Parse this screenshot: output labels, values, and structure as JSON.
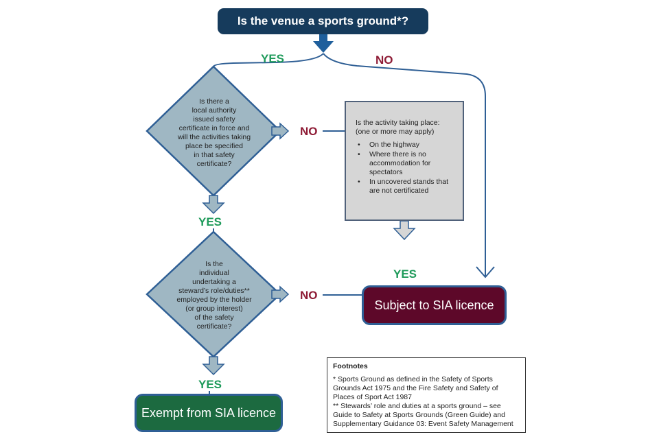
{
  "start_question": "Is the venue a sports ground*?",
  "decision1": {
    "lines": [
      "Is there a",
      "local authority",
      "issued safety",
      "certificate in force and",
      "will the activities taking",
      "place be specified",
      "in that safety",
      "certificate?"
    ]
  },
  "decision2": {
    "lines": [
      "Is the",
      "individual",
      "undertaking a",
      "steward’s role/duties**",
      "employed by the holder",
      "(or group interest)",
      "of the safety",
      "certificate?"
    ]
  },
  "activity_box": {
    "title_lines": [
      "Is the activity taking place:",
      "(one or more may apply)"
    ],
    "items": [
      "On the highway",
      "Where there is no accommodation for spectators",
      "In uncovered stands that are not certificated"
    ]
  },
  "results": {
    "subject": "Subject to SIA licence",
    "exempt": "Exempt from SIA licence"
  },
  "labels": {
    "yes_top": "YES",
    "no_top": "NO",
    "no_d1": "NO",
    "yes_d1": "YES",
    "yes_activity": "YES",
    "no_d2": "NO",
    "yes_d2": "YES"
  },
  "footnotes": {
    "title": "Footnotes",
    "note1": "* Sports Ground as defined in the Safety of Sports Grounds Act 1975 and the Fire Safety and Safety of Places of Sport Act 1987",
    "note2": "** Stewards’ role and duties at a sports ground – see Guide to Safety at Sports Grounds (Green Guide) and Supplementary Guidance 03: Event Safety Management"
  },
  "colors": {
    "start_fill": "#163b5c",
    "diamond_fill": "#9fb7c3",
    "line_blue": "#2f5f95",
    "arrow_blue": "#1f5f9c",
    "yes_green": "#1e9a5a",
    "no_red": "#8e1b35",
    "subject_fill": "#5d0829",
    "exempt_fill": "#1c6a40",
    "activity_fill": "#d6d6d6"
  }
}
